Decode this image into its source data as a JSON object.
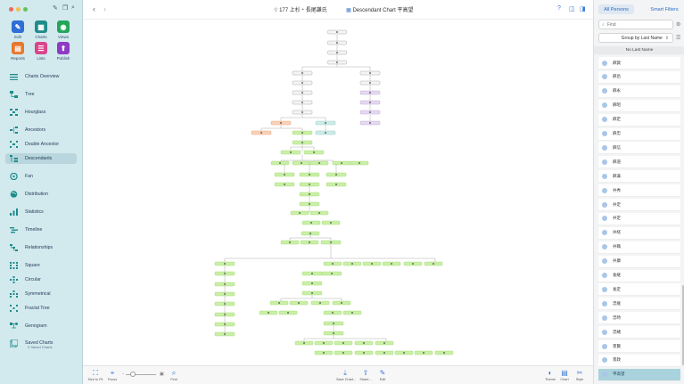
{
  "window": {
    "nav_back": "‹",
    "nav_forward": "›",
    "title_person": "177 上杉・長尾謙氏",
    "title_chart": "Descendant Chart 平高望"
  },
  "sidebar": {
    "tiles": [
      {
        "label": "Edit",
        "color": "#2f6fd6",
        "glyph": "✎"
      },
      {
        "label": "Charts",
        "color": "#1e8c8a",
        "glyph": "▦"
      },
      {
        "label": "Views",
        "color": "#24a65a",
        "glyph": "◉"
      },
      {
        "label": "Reports",
        "color": "#e8772e",
        "glyph": "▤"
      },
      {
        "label": "Lists",
        "color": "#d8458a",
        "glyph": "☰"
      },
      {
        "label": "Publish",
        "color": "#8e3bc4",
        "glyph": "⬆"
      }
    ],
    "items": [
      {
        "label": "Charts Overview",
        "icon": "charts-overview-icon"
      },
      {
        "label": "Tree",
        "icon": "tree-icon"
      },
      {
        "label": "Hourglass",
        "icon": "hourglass-icon"
      },
      {
        "label": "Ancestors",
        "icon": "ancestors-icon"
      },
      {
        "label": "Double Ancestor",
        "icon": "double-ancestor-icon"
      },
      {
        "label": "Descendants",
        "icon": "descendants-icon"
      },
      {
        "label": "Fan",
        "icon": "fan-icon"
      },
      {
        "label": "Distribution",
        "icon": "distribution-icon"
      },
      {
        "label": "Statistics",
        "icon": "statistics-icon"
      },
      {
        "label": "Timeline",
        "icon": "timeline-icon"
      },
      {
        "label": "Relationships",
        "icon": "relationships-icon"
      },
      {
        "label": "Square",
        "icon": "square-icon"
      },
      {
        "label": "Circular",
        "icon": "circular-icon"
      },
      {
        "label": "Symmetrical",
        "icon": "symmetrical-icon"
      },
      {
        "label": "Fractal Tree",
        "icon": "fractal-tree-icon"
      },
      {
        "label": "Genogram",
        "icon": "genogram-icon"
      },
      {
        "label": "Saved Charts",
        "icon": "saved-charts-icon"
      }
    ],
    "selected_item": "Descendants",
    "saved_charts_sub": "0 Saved Charts"
  },
  "bottom_toolbar": {
    "size_to_fit": "Size to Fit",
    "focus": "Focus",
    "find": "Find",
    "save_chart": "Save Chart...",
    "share": "Share...",
    "edit": "Edit",
    "theme": "Theme",
    "chart": "Chart",
    "style": "Style"
  },
  "right_panel": {
    "tab_all": "All Persons",
    "tab_smart": "Smart Filters",
    "find_placeholder": "Find",
    "group_by": "Group by Last Name",
    "group_header": "No Last Name",
    "persons": [
      "麻賀",
      "麻呂",
      "麻永",
      "麻昭",
      "麻定",
      "麻忠",
      "麻信",
      "麻道",
      "麻兼",
      "弁秀",
      "弁定",
      "弁定",
      "弁経",
      "弁職",
      "弁康",
      "長継",
      "長定",
      "忠継",
      "忠時",
      "忠緒",
      "景賢",
      "景政",
      "平高望"
    ],
    "selected_person": "平高望"
  },
  "colors": {
    "sidebar_bg": "#d2e9ee",
    "accent": "#3a7bd5",
    "node_green": "#c9f0a6",
    "node_green_border": "#9fd56f",
    "node_purple": "#e6d9f2",
    "node_orange": "#f9d2b8",
    "node_teal": "#cdece8",
    "node_grey": "#f4f4f4"
  }
}
